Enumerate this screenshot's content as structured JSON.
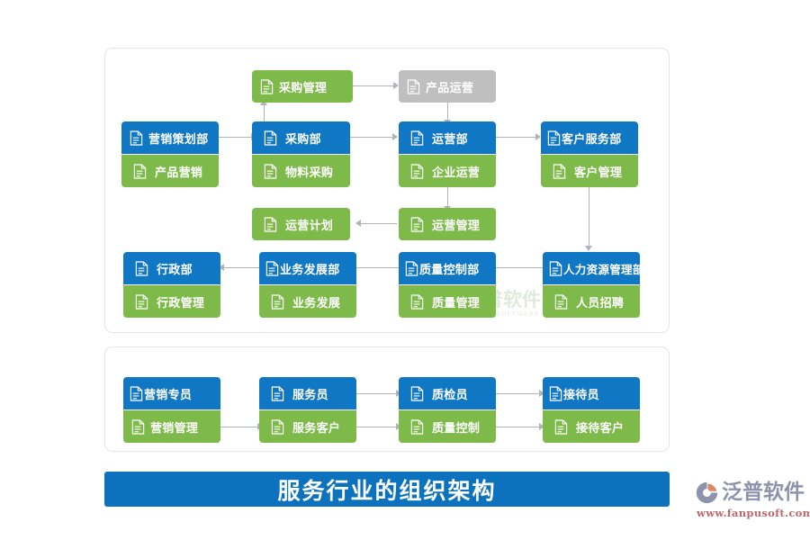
{
  "title_bar": {
    "text": "服务行业的组织架构"
  },
  "brand": {
    "name": "泛普软件",
    "url": "www.fanpusoft.com"
  },
  "watermark": {
    "text": "泛普软件",
    "subtext": "FANPU SOFTWARE"
  },
  "colors": {
    "blue": "#1077c4",
    "green": "#7dba4a",
    "gray": "#bfbfbf",
    "title_blue": "#0d72bd",
    "connector": "#aeb4b9",
    "panel_border": "#e3e5e7"
  },
  "org_panel": {
    "nodes": {
      "purchase_mgmt": "采购管理",
      "product_ops": "产品运营",
      "marketing_plan_dept": "营销策划部",
      "product_marketing": "产品营销",
      "purchase_dept": "采购部",
      "material_purchase": "物料采购",
      "operations_dept": "运营部",
      "enterprise_ops": "企业运营",
      "customer_service_dept": "客户服务部",
      "customer_mgmt": "客户管理",
      "ops_plan": "运营计划",
      "ops_mgmt": "运营管理",
      "admin_dept": "行政部",
      "admin_mgmt": "行政管理",
      "business_dev_dept": "业务发展部",
      "business_dev": "业务发展",
      "quality_control_dept": "质量控制部",
      "quality_mgmt": "质量管理",
      "hr_dept": "人力资源管理部",
      "staff_recruit": "人员招聘"
    }
  },
  "staff_panel": {
    "nodes": {
      "marketing_specialist": "营销专员",
      "marketing_mgmt": "营销管理",
      "service_staff": "服务员",
      "service_customer": "服务客户",
      "quality_inspector": "质检员",
      "quality_control": "质量控制",
      "receptionist": "接待员",
      "receive_customer": "接待客户"
    }
  },
  "icons": {
    "document": "document-icon",
    "leaf": "leaf-icon",
    "brand_mark": "fanpu-logo-mark"
  }
}
